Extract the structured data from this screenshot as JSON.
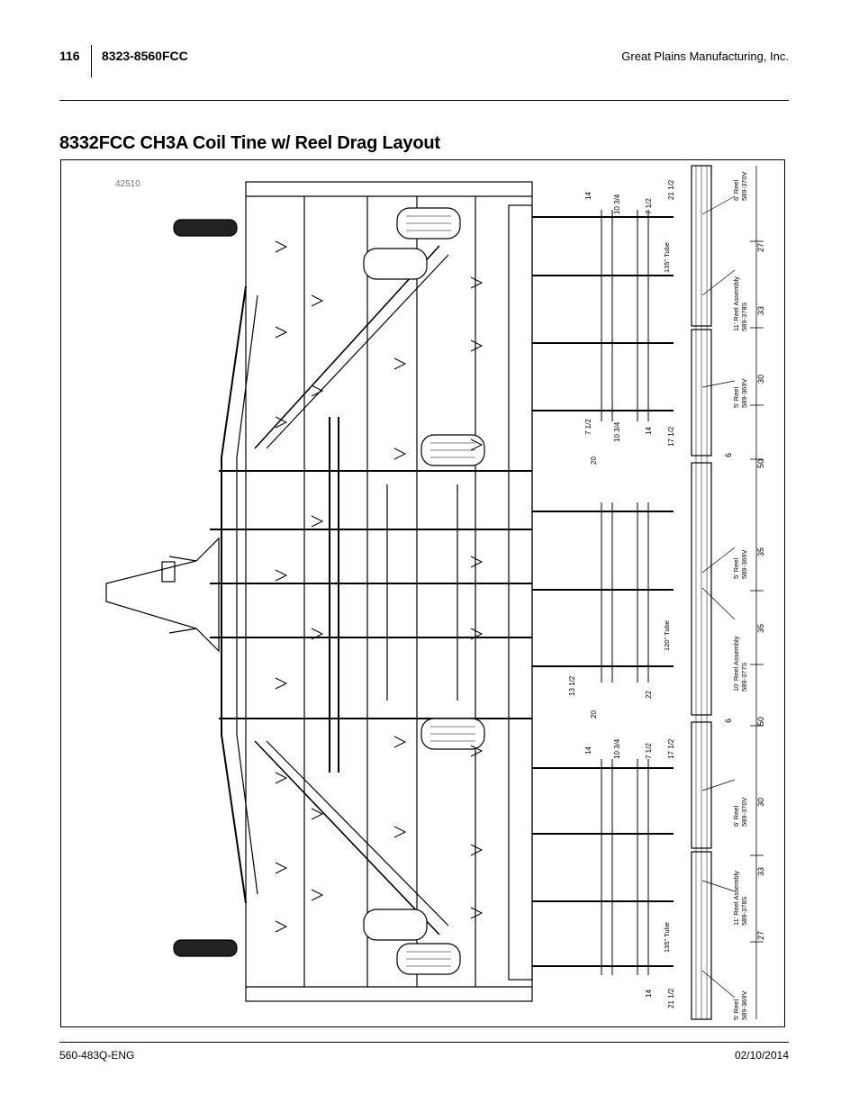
{
  "header": {
    "page_number": "116",
    "model": "8323-8560FCC",
    "company": "Great Plains Manufacturing, Inc."
  },
  "title": "8332FCC CH3A Coil Tine w/ Reel Drag Layout",
  "figure": {
    "figure_id": "42510",
    "reel_labels": [
      {
        "name": "6' Reel",
        "part": "589-370V"
      },
      {
        "name": "11' Reel Assembly",
        "part": "589-378S"
      },
      {
        "name": "5' Reel",
        "part": "589-369V"
      },
      {
        "name": "5' Reel",
        "part": "589-369V"
      },
      {
        "name": "10' Reel Assembly",
        "part": "589-377S"
      },
      {
        "name": "6' Reel",
        "part": "589-370V"
      },
      {
        "name": "11' Reel Assembly",
        "part": "589-378S"
      },
      {
        "name": "5' Reel",
        "part": "589-369V"
      }
    ],
    "tube_labels": [
      "135\" Tube",
      "120\" Tube",
      "135\" Tube"
    ],
    "spacing_dims": [
      "27",
      "33",
      "30",
      "50",
      "35",
      "35",
      "50",
      "30",
      "33",
      "27"
    ],
    "gap_dims": [
      "6",
      "6"
    ],
    "tine_dims": [
      "14",
      "10 3/4",
      "7 1/2",
      "21 1/2",
      "7 1/2",
      "10 3/4",
      "14",
      "17 1/2",
      "20",
      "13 1/2",
      "22",
      "20",
      "14",
      "10 3/4",
      "7 1/2",
      "17 1/2",
      "14",
      "21 1/2"
    ]
  },
  "footer": {
    "doc_number": "560-483Q-ENG",
    "date": "02/10/2014"
  }
}
